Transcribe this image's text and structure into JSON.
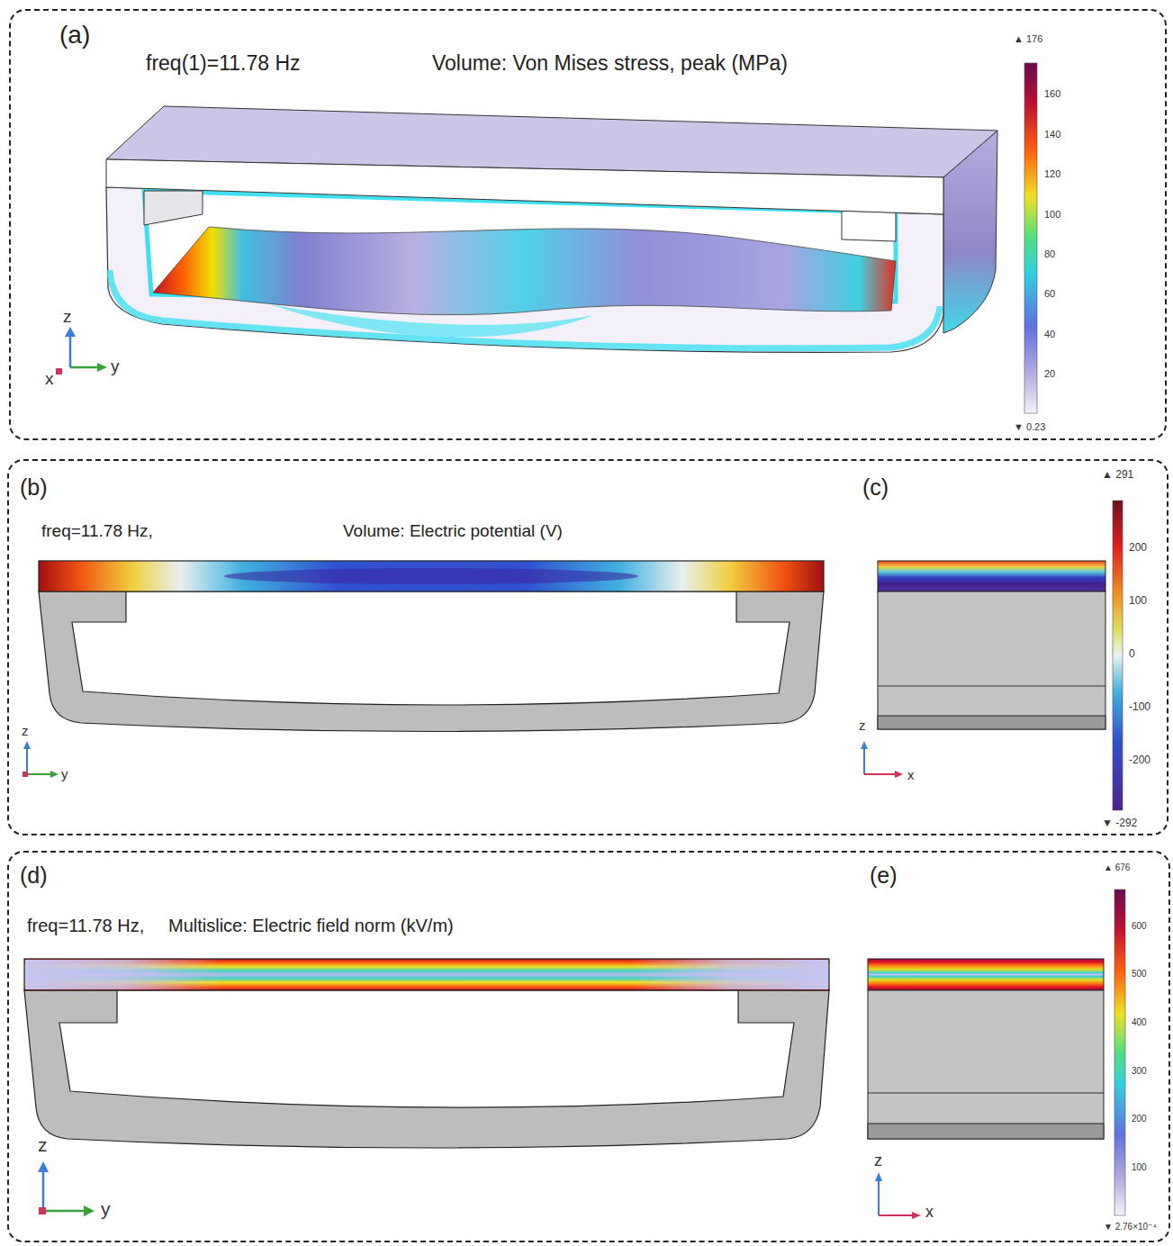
{
  "diagram": {
    "nodes": [
      {
        "text": [
          "(a)",
          "freq(1)=11.78 Hz",
          "Volume: Von Mises stress, peak (MPa)"
        ]
      },
      {
        "text": [
          "(b)",
          "freq=11.78 Hz,",
          "Volume: Electric potential (V)",
          "(c)"
        ]
      },
      {
        "text": [
          "(d)",
          "freq=11.78 Hz,",
          "Multislice: Electric field norm (kV/m)",
          "(e)"
        ]
      }
    ],
    "labels": [
      "▲ 176",
      "160",
      "140",
      "120",
      "100",
      "80",
      "60",
      "40",
      "20",
      "▼ 0.23",
      "z",
      "y",
      "x",
      "▲ 291",
      "200",
      "100",
      "0",
      "-100",
      "-200",
      "▼ -292",
      "z",
      "y",
      "z",
      "x",
      "▲ 676",
      "600",
      "500",
      "400",
      "300",
      "200",
      "100",
      "▼ 2.76×10⁻⁴",
      "z",
      "y",
      "z",
      "x"
    ]
  }
}
